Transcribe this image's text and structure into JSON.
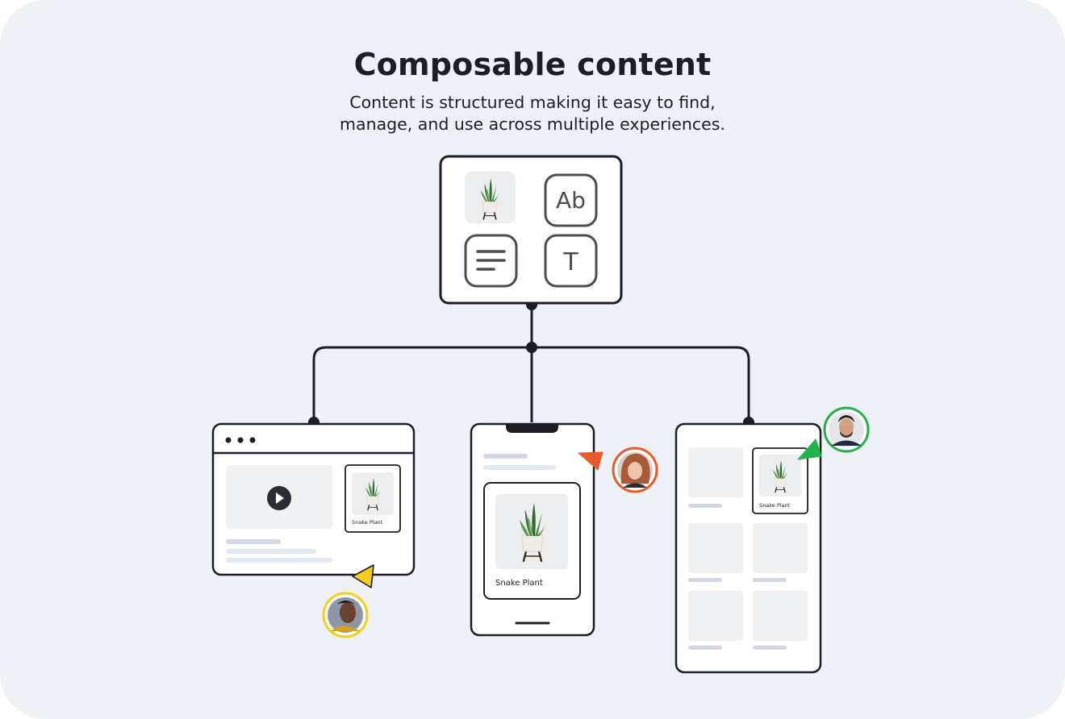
{
  "header": {
    "title": "Composable content",
    "subtitle_line1": "Content is structured making it easy to find,",
    "subtitle_line2": "manage, and use across multiple experiences."
  },
  "content_hub": {
    "blocks": [
      {
        "icon": "plant-image-icon"
      },
      {
        "icon": "text-style-icon",
        "label": "Ab"
      },
      {
        "icon": "paragraph-lines-icon"
      },
      {
        "icon": "text-title-icon",
        "label": "T"
      }
    ]
  },
  "experiences": {
    "web": {
      "card_label": "Snake Plant",
      "cursor_color": "#f5cf1b",
      "avatar_ring": "#f5cf1b"
    },
    "mobile": {
      "card_label": "Snake Plant",
      "cursor_color": "#e65a2b",
      "avatar_ring": "#e65a2b"
    },
    "tablet": {
      "card_label": "Snake Plant",
      "cursor_color": "#22b24c",
      "avatar_ring": "#22b24c"
    }
  },
  "colors": {
    "background": "#eef2f6",
    "stroke": "#1b1e24",
    "placeholder": "#f0f1f3",
    "skeleton_line": "#cfd8e4"
  }
}
